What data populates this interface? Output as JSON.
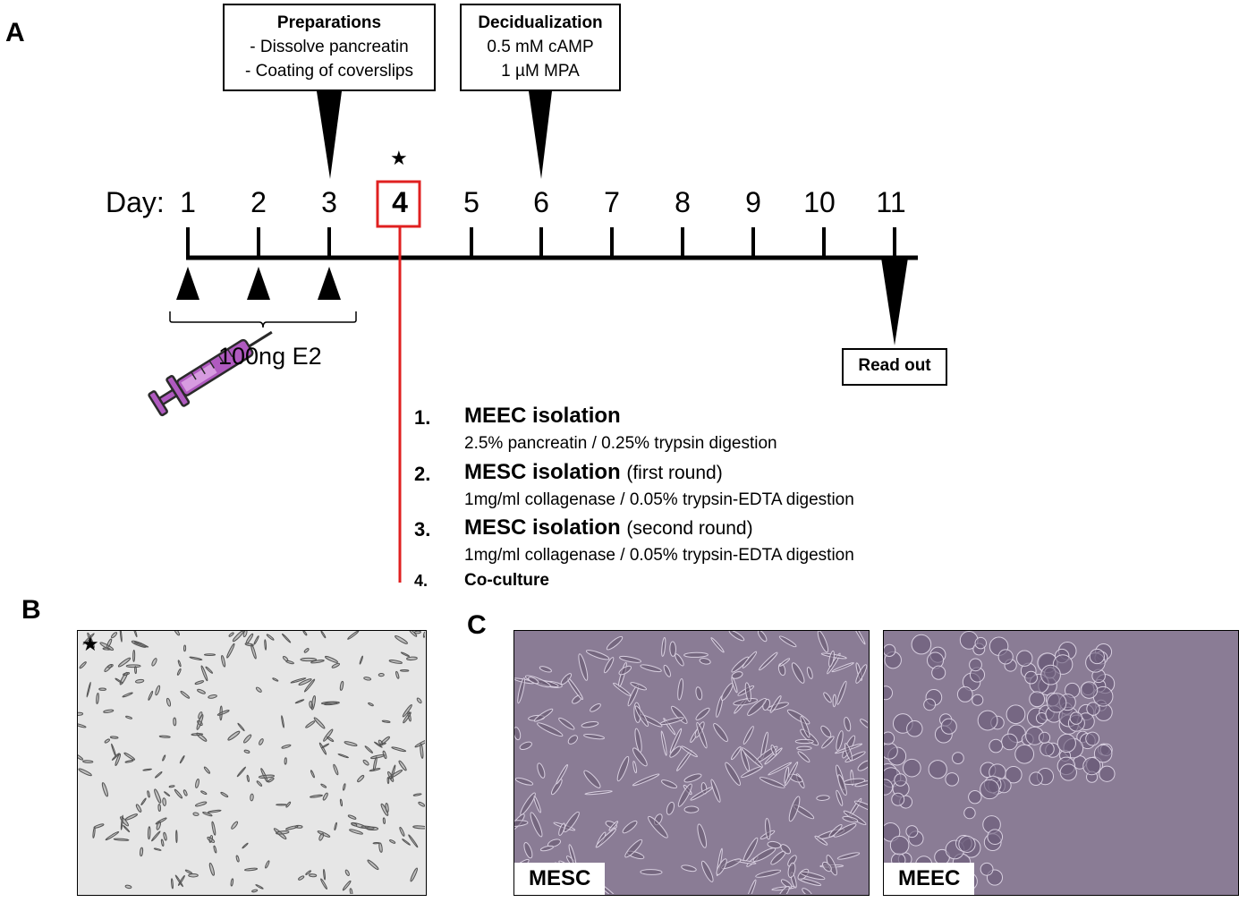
{
  "panels": {
    "a": "A",
    "b": "B",
    "c": "C"
  },
  "preparations": {
    "title": "Preparations",
    "items": [
      "- Dissolve pancreatin",
      "- Coating of coverslips"
    ]
  },
  "decidualization": {
    "title": "Decidualization",
    "items": [
      "0.5 mM cAMP",
      "1 µM MPA"
    ]
  },
  "timeline": {
    "day_prefix": "Day:",
    "days": [
      "1",
      "2",
      "3",
      "4",
      "5",
      "6",
      "7",
      "8",
      "9",
      "10",
      "11"
    ],
    "highlighted_day": "4",
    "star": "★"
  },
  "injection": {
    "label": "100ng E2"
  },
  "readout": {
    "label": "Read out"
  },
  "steps": [
    {
      "num": "1.",
      "title": "MEEC isolation",
      "note": "",
      "detail": "2.5% pancreatin / 0.25% trypsin digestion"
    },
    {
      "num": "2.",
      "title": "MESC isolation",
      "note": "(first round)",
      "detail": "1mg/ml collagenase / 0.05% trypsin-EDTA digestion"
    },
    {
      "num": "3.",
      "title": "MESC isolation",
      "note": "(second round)",
      "detail": "1mg/ml collagenase / 0.05% trypsin-EDTA digestion"
    },
    {
      "num": "4.",
      "title": "Co-culture",
      "note": "",
      "detail": ""
    }
  ],
  "micrographs": {
    "b_star": "★",
    "mesc_label": "MESC",
    "meec_label": "MEEC"
  },
  "colors": {
    "highlight_red": "#e02020",
    "syringe_purple": "#b05ac0",
    "micro_c_bg": "#8a7c95",
    "micro_b_bg": "#e6e6e6"
  }
}
